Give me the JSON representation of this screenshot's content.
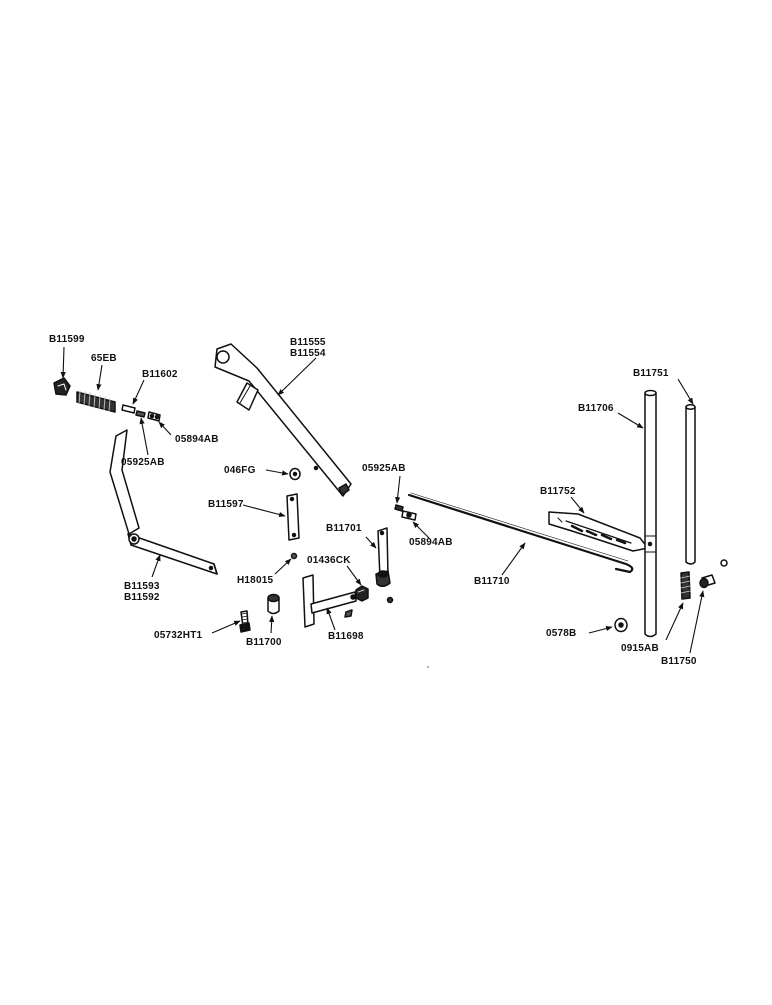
{
  "diagram": {
    "labels": {
      "b11599": "B11599",
      "p65eb": "65EB",
      "b11602": "B11602",
      "p05894ab_left": "05894AB",
      "p05925ab_left": "05925AB",
      "b11555": "B11555",
      "b11554": "B11554",
      "p046fg": "046FG",
      "b11597": "B11597",
      "b11593": "B11593",
      "b11592": "B11592",
      "h18015": "H18015",
      "p05732ht1": "05732HT1",
      "b11700": "B11700",
      "p01436ck": "01436CK",
      "b11698": "B11698",
      "b11701": "B11701",
      "p05925ab_mid": "05925AB",
      "p05894ab_mid": "05894AB",
      "b11710": "B11710",
      "b11752": "B11752",
      "b11751": "B11751",
      "b11706": "B11706",
      "p0578b": "0578B",
      "p0915ab": "0915AB",
      "b11750": "B11750"
    }
  }
}
